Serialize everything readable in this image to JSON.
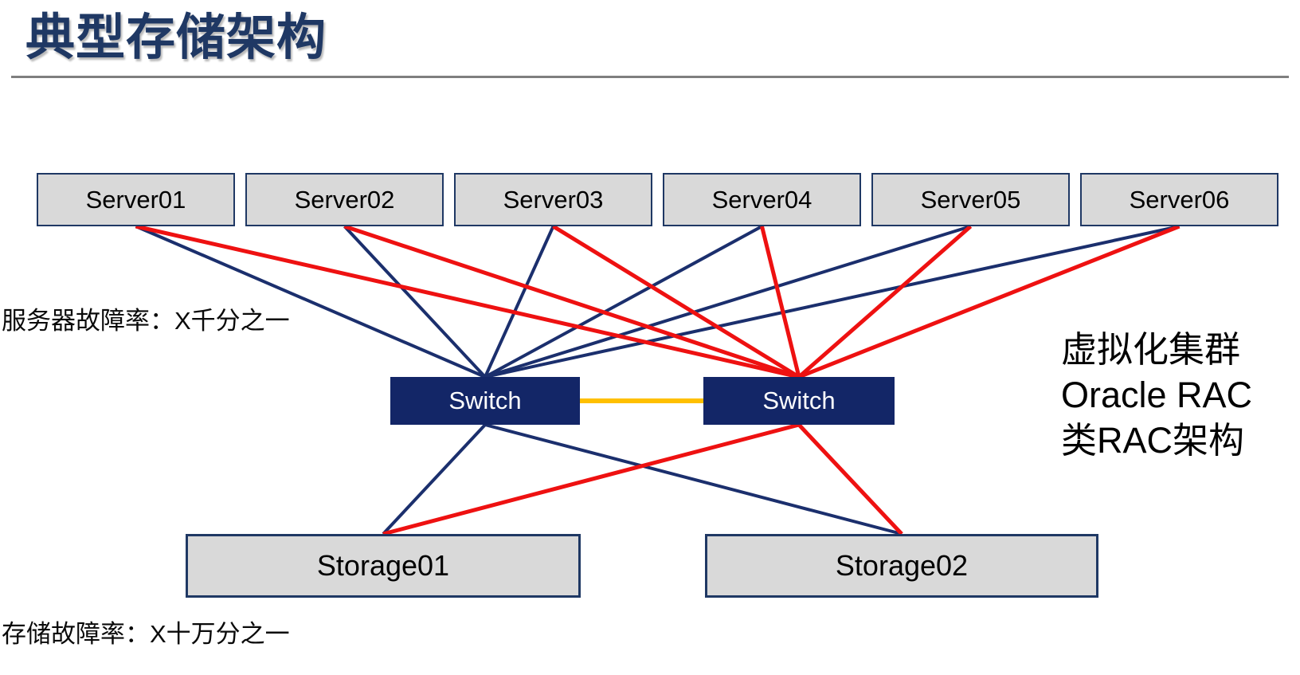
{
  "title": "典型存储架构",
  "labels": {
    "server_failure_rate": "服务器故障率：X千分之一",
    "storage_failure_rate": "存储故障率：X十万分之一"
  },
  "side_note": {
    "lines": [
      "虚拟化集群",
      "Oracle RAC",
      "类RAC架构"
    ]
  },
  "nodes": {
    "servers": [
      {
        "id": "server01",
        "label": "Server01"
      },
      {
        "id": "server02",
        "label": "Server02"
      },
      {
        "id": "server03",
        "label": "Server03"
      },
      {
        "id": "server04",
        "label": "Server04"
      },
      {
        "id": "server05",
        "label": "Server05"
      },
      {
        "id": "server06",
        "label": "Server06"
      }
    ],
    "switches": [
      {
        "id": "switch1",
        "label": "Switch"
      },
      {
        "id": "switch2",
        "label": "Switch"
      }
    ],
    "storages": [
      {
        "id": "storage1",
        "label": "Storage01"
      },
      {
        "id": "storage2",
        "label": "Storage02"
      }
    ]
  },
  "connections": [
    {
      "from": "server01",
      "to": "switch1",
      "type": "navy"
    },
    {
      "from": "server02",
      "to": "switch1",
      "type": "navy"
    },
    {
      "from": "server03",
      "to": "switch1",
      "type": "navy"
    },
    {
      "from": "server04",
      "to": "switch1",
      "type": "navy"
    },
    {
      "from": "server05",
      "to": "switch1",
      "type": "navy"
    },
    {
      "from": "server06",
      "to": "switch1",
      "type": "navy"
    },
    {
      "from": "switch1",
      "to": "storage1",
      "type": "navy"
    },
    {
      "from": "switch1",
      "to": "storage2",
      "type": "navy"
    },
    {
      "from": "server01",
      "to": "switch2",
      "type": "red"
    },
    {
      "from": "server02",
      "to": "switch2",
      "type": "red"
    },
    {
      "from": "server03",
      "to": "switch2",
      "type": "red"
    },
    {
      "from": "server04",
      "to": "switch2",
      "type": "red"
    },
    {
      "from": "server05",
      "to": "switch2",
      "type": "red"
    },
    {
      "from": "server06",
      "to": "switch2",
      "type": "red"
    },
    {
      "from": "switch2",
      "to": "storage1",
      "type": "red"
    },
    {
      "from": "switch2",
      "to": "storage2",
      "type": "red"
    },
    {
      "from": "switch1",
      "to": "switch2",
      "type": "orange"
    }
  ],
  "colors": {
    "navy_line": "#1b2f6d",
    "red_line": "#ee1111",
    "orange_line": "#ffc000",
    "box_fill": "#d9d9d9",
    "box_border": "#1f3864",
    "switch_fill": "#132667",
    "title": "#1f3864",
    "rule": "#7f7f7f"
  }
}
